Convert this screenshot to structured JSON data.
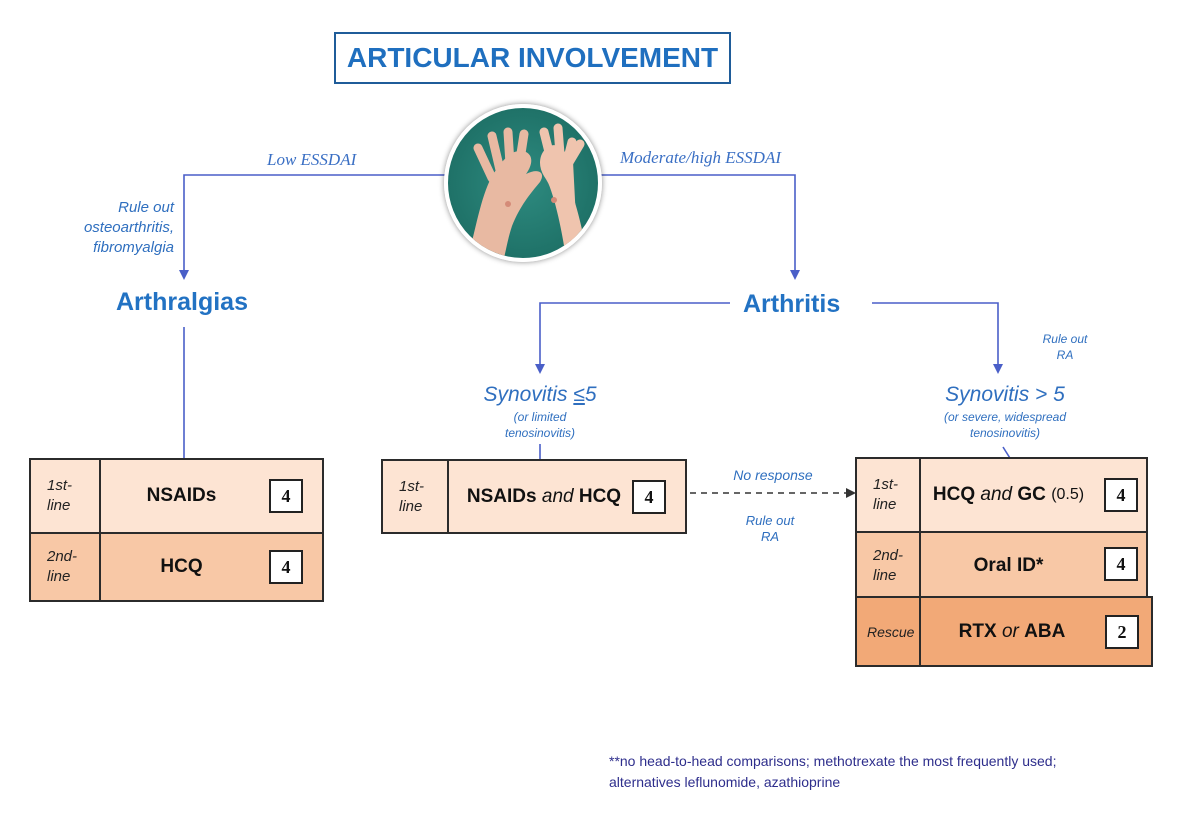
{
  "title": "ARTICULAR INVOLVEMENT",
  "branches": {
    "low": "Low ESSDAI",
    "moderate_high": "Moderate/high ESSDAI"
  },
  "notes": {
    "rule_out_left_1": "Rule out",
    "rule_out_left_2": "osteoarthritis,",
    "rule_out_left_3": "fibromyalgia",
    "rule_out_ra_right_1": "Rule out",
    "rule_out_ra_right_2": "RA",
    "no_response": "No response",
    "rule_out_ra_mid_1": "Rule out",
    "rule_out_ra_mid_2": "RA"
  },
  "nodes": {
    "arthralgias": "Arthralgias",
    "arthritis": "Arthritis",
    "synovitis_low": {
      "label": "Synovitis ",
      "sign": "≤",
      "num": "5",
      "sub1": "(or limited",
      "sub2": "tenosinovitis)"
    },
    "synovitis_high": {
      "label": "Synovitis > 5",
      "sub1": "(or severe, widespread",
      "sub2": "tenosinovitis)"
    }
  },
  "tables": {
    "arthralgias": {
      "row1": {
        "line_a": "1st-",
        "line_b": "line",
        "treatment": "NSAIDs",
        "grade": "4"
      },
      "row2": {
        "line_a": "2nd-",
        "line_b": "line",
        "treatment": "HCQ",
        "grade": "4"
      }
    },
    "synovitis_low": {
      "row1": {
        "line_a": "1st-",
        "line_b": "line",
        "t1": "NSAIDs",
        "conj": "and",
        "t2": "HCQ",
        "grade": "4"
      }
    },
    "synovitis_high": {
      "row1": {
        "line_a": "1st-",
        "line_b": "line",
        "t1": "HCQ",
        "conj": "and",
        "t2": "GC",
        "extra": "(0.5)",
        "grade": "4"
      },
      "row2": {
        "line_a": "2nd-",
        "line_b": "line",
        "treatment": "Oral ID*",
        "grade": "4"
      },
      "row3": {
        "line_a": "Rescue",
        "t1": "RTX",
        "conj": "or",
        "t2": "ABA",
        "grade": "2"
      }
    }
  },
  "footnote": {
    "line1": "**no head-to-head comparisons; methotrexate the most frequently used;",
    "line2": "alternatives leflunomide, azathioprine"
  },
  "colors": {
    "title": "#1f6fbf",
    "arrow": "#4a5fc8",
    "row_light": "#fde4d3",
    "row_mid": "#f8c8a6",
    "row_dark": "#f2a977"
  }
}
